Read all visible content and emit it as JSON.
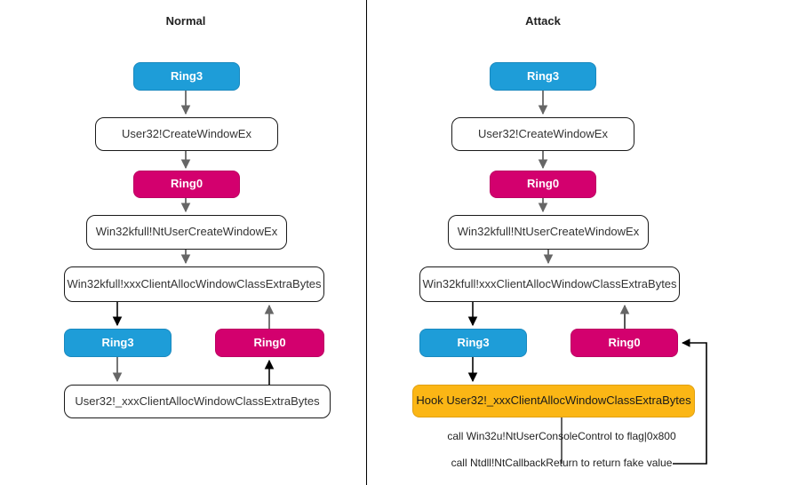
{
  "diagram": {
    "background": "#ffffff",
    "divider_color": "#000000",
    "colors": {
      "ring3": "#1e9dd8",
      "ring0": "#d3006e",
      "hook": "#fbb615",
      "plain_border": "#1a1a1a",
      "arrow_gray": "#666666",
      "arrow_black": "#000000"
    },
    "panels": [
      {
        "id": "normal",
        "title": "Normal",
        "nodes": [
          {
            "id": "n-ring3-top",
            "label": "Ring3",
            "kind": "ring3"
          },
          {
            "id": "n-createwin",
            "label": "User32!CreateWindowEx",
            "kind": "plain"
          },
          {
            "id": "n-ring0-top",
            "label": "Ring0",
            "kind": "ring0"
          },
          {
            "id": "n-ntuser",
            "label": "Win32kfull!NtUserCreateWindowEx",
            "kind": "plain"
          },
          {
            "id": "n-xxxclient",
            "label": "Win32kfull!xxxClientAllocWindowClassExtraBytes",
            "kind": "plain"
          },
          {
            "id": "n-ring3-bot",
            "label": "Ring3",
            "kind": "ring3"
          },
          {
            "id": "n-ring0-bot",
            "label": "Ring0",
            "kind": "ring0"
          },
          {
            "id": "n-user32alloc",
            "label": "User32!_xxxClientAllocWindowClassExtraBytes",
            "kind": "plain"
          }
        ],
        "edge_labels": []
      },
      {
        "id": "attack",
        "title": "Attack",
        "nodes": [
          {
            "id": "a-ring3-top",
            "label": "Ring3",
            "kind": "ring3"
          },
          {
            "id": "a-createwin",
            "label": "User32!CreateWindowEx",
            "kind": "plain"
          },
          {
            "id": "a-ring0-top",
            "label": "Ring0",
            "kind": "ring0"
          },
          {
            "id": "a-ntuser",
            "label": "Win32kfull!NtUserCreateWindowEx",
            "kind": "plain"
          },
          {
            "id": "a-xxxclient",
            "label": "Win32kfull!xxxClientAllocWindowClassExtraBytes",
            "kind": "plain"
          },
          {
            "id": "a-ring3-bot",
            "label": "Ring3",
            "kind": "ring3"
          },
          {
            "id": "a-ring0-bot",
            "label": "Ring0",
            "kind": "ring0"
          },
          {
            "id": "a-hook",
            "label": "Hook User32!_xxxClientAllocWindowClassExtraBytes",
            "kind": "hook"
          }
        ],
        "edge_labels": [
          {
            "id": "a-label-consolecontrol",
            "label": "call Win32u!NtUserConsoleControl to flag|0x800"
          },
          {
            "id": "a-label-callbackreturn",
            "label": "call Ntdll!NtCallbackReturn to return fake value"
          }
        ]
      }
    ]
  }
}
